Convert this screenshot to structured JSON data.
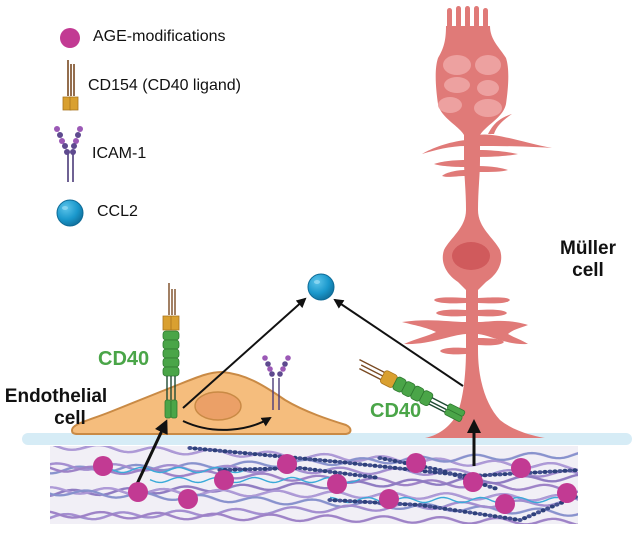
{
  "legend": {
    "items": [
      {
        "label": "AGE-modifications",
        "icon": "age-modification-dot-icon",
        "color": "#c23a93"
      },
      {
        "label": "CD154 (CD40 ligand)",
        "icon": "cd154-ligand-icon",
        "color": "#d9a030"
      },
      {
        "label": "ICAM-1",
        "icon": "icam1-receptor-icon",
        "color": "#6b4a9a"
      },
      {
        "label": "CCL2",
        "icon": "ccl2-sphere-icon",
        "color": "#1a98cc"
      }
    ]
  },
  "labels": {
    "muller_line1": "Müller",
    "muller_line2": "cell",
    "endothelial_line1": "Endothelial",
    "endothelial_line2": "cell",
    "cd40_left": "CD40",
    "cd40_right": "CD40"
  },
  "colors": {
    "muller": "#e07a78",
    "muller_nucleus": "#d05a5c",
    "endothelial": "#f5bd7d",
    "endothelial_outline": "#c98a45",
    "endothelial_nucleus": "#eba067",
    "cd40": "#4aa548",
    "cd154": "#d9a030",
    "ccl2": "#1a98cc",
    "age": "#c23a93",
    "membrane": "#d6ecf6",
    "matrix_bg": "#f0eef5"
  }
}
